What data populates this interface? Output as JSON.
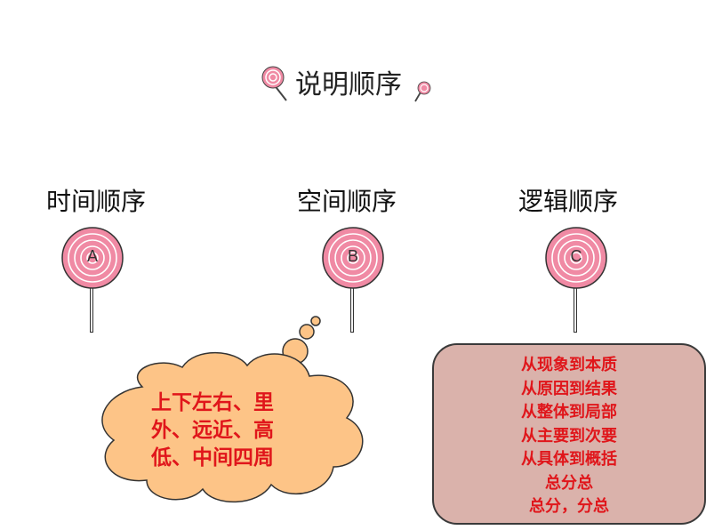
{
  "title": "说明顺序",
  "categories": [
    {
      "label": "时间顺序",
      "letter": "A"
    },
    {
      "label": "空间顺序",
      "letter": "B"
    },
    {
      "label": "逻辑顺序",
      "letter": "C"
    }
  ],
  "cloud": {
    "lines": [
      "上下左右、里",
      "外、远近、高",
      "低、中间四周"
    ]
  },
  "logic_box": {
    "lines": [
      "从现象到本质",
      "从原因到结果",
      "从整体到局部",
      "从主要到次要",
      "从具体到概括",
      "总分总",
      "总分，分总"
    ]
  },
  "colors": {
    "text_red": "#e0161b",
    "candy_pink": "#f08aa4",
    "cloud_fill": "#fdc487",
    "box_fill": "#dab2ab"
  }
}
